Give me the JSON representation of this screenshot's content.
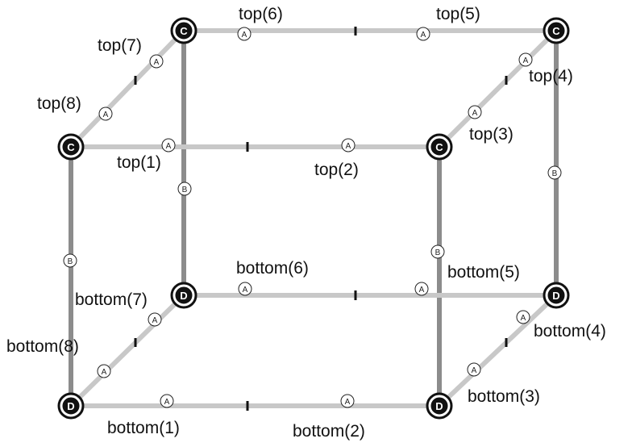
{
  "colors": {
    "background": "#ffffff",
    "edge_A": "#c8c8c8",
    "edge_B": "#8c8c8c",
    "node_fill": "#111111",
    "node_text": "#ffffff",
    "text": "#111111"
  },
  "markers": {
    "A": "A",
    "B": "B"
  },
  "nodes": [
    {
      "id": "top-back-left",
      "letter": "C"
    },
    {
      "id": "top-back-right",
      "letter": "C"
    },
    {
      "id": "top-front-left",
      "letter": "C"
    },
    {
      "id": "top-front-right",
      "letter": "C"
    },
    {
      "id": "bottom-back-left",
      "letter": "D"
    },
    {
      "id": "bottom-back-right",
      "letter": "D"
    },
    {
      "id": "bottom-front-left",
      "letter": "D"
    },
    {
      "id": "bottom-front-right",
      "letter": "D"
    }
  ],
  "labels": {
    "top_1": "top(1)",
    "top_2": "top(2)",
    "top_3": "top(3)",
    "top_4": "top(4)",
    "top_5": "top(5)",
    "top_6": "top(6)",
    "top_7": "top(7)",
    "top_8": "top(8)",
    "bottom_1": "bottom(1)",
    "bottom_2": "bottom(2)",
    "bottom_3": "bottom(3)",
    "bottom_4": "bottom(4)",
    "bottom_5": "bottom(5)",
    "bottom_6": "bottom(6)",
    "bottom_7": "bottom(7)",
    "bottom_8": "bottom(8)"
  }
}
